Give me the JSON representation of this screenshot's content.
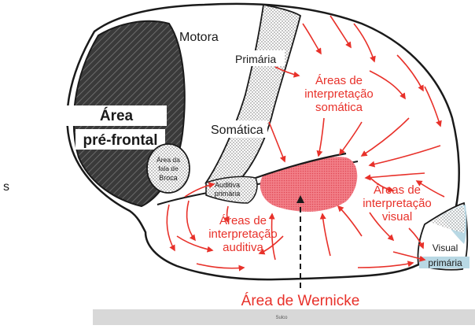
{
  "colors": {
    "outline": "#1a1a1a",
    "arrow_red": "#e8312a",
    "wernicke_fill": "#f06a74",
    "prefrontal_dark": "#3a3a3a",
    "visual_blue": "#b8d8e4",
    "strip_gray": "#d8d8d8"
  },
  "labels": {
    "motora": "Motora",
    "primaria_top": "Primária",
    "area": "Área",
    "pre_frontal": "pré-frontal",
    "somatica": "Somática",
    "broca_1": "Área da",
    "broca_2": "fala de",
    "broca_3": "Broca",
    "auditiva_1": "Auditiva",
    "auditiva_2": "primária",
    "interp_som_1": "Áreas de",
    "interp_som_2": "interpretação",
    "interp_som_3": "somática",
    "interp_aud_1": "Áreas de",
    "interp_aud_2": "interpretação",
    "interp_aud_3": "auditiva",
    "interp_vis_1": "Áreas de",
    "interp_vis_2": "interpretação",
    "interp_vis_3": "visual",
    "visual_1": "Visual",
    "visual_2": "primária",
    "wernicke": "Área de Wernicke",
    "side_fragment": "s",
    "bottom_strip": "Sulco"
  }
}
